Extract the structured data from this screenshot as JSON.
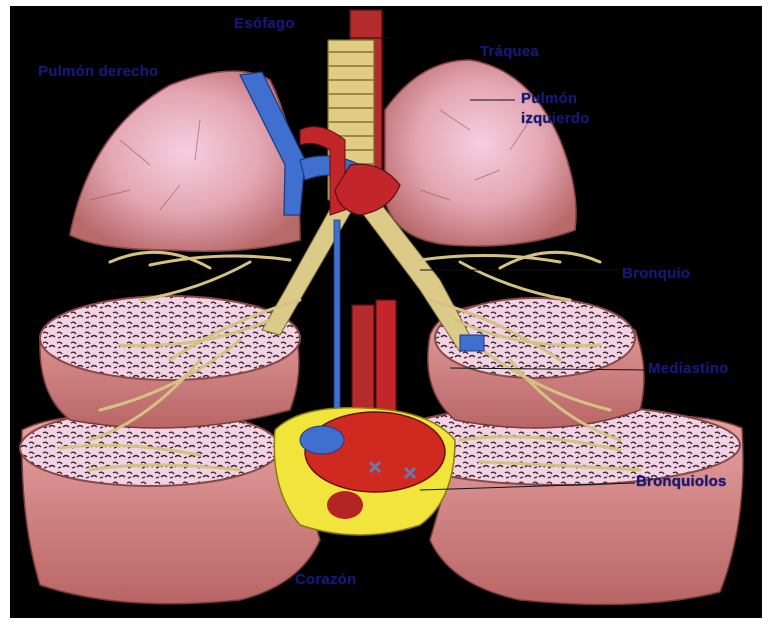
{
  "labels": {
    "esofago": "Esófago",
    "traquea": "Tráquea",
    "pulmon_derecho": "Pulmón derecho",
    "pulmon_izquierdo_1": "Pulmón",
    "pulmon_izquierdo_2": "izquierdo",
    "bronquio": "Bronquio",
    "mediastino": "Mediastino",
    "bronquiolos": "Bronquiolos",
    "corazon": "Corazón"
  },
  "colors": {
    "background": "#000000",
    "lung": "#d98a8a",
    "lung_light": "#f0c6d6",
    "bronchi": "#d9c98a",
    "vein_blue": "#3f6fcf",
    "artery_red": "#c2262a",
    "heart_sac": "#f1e43a",
    "label": "#17197a"
  },
  "icons": [
    "lung-illustration",
    "trachea-illustration",
    "heart-illustration"
  ]
}
